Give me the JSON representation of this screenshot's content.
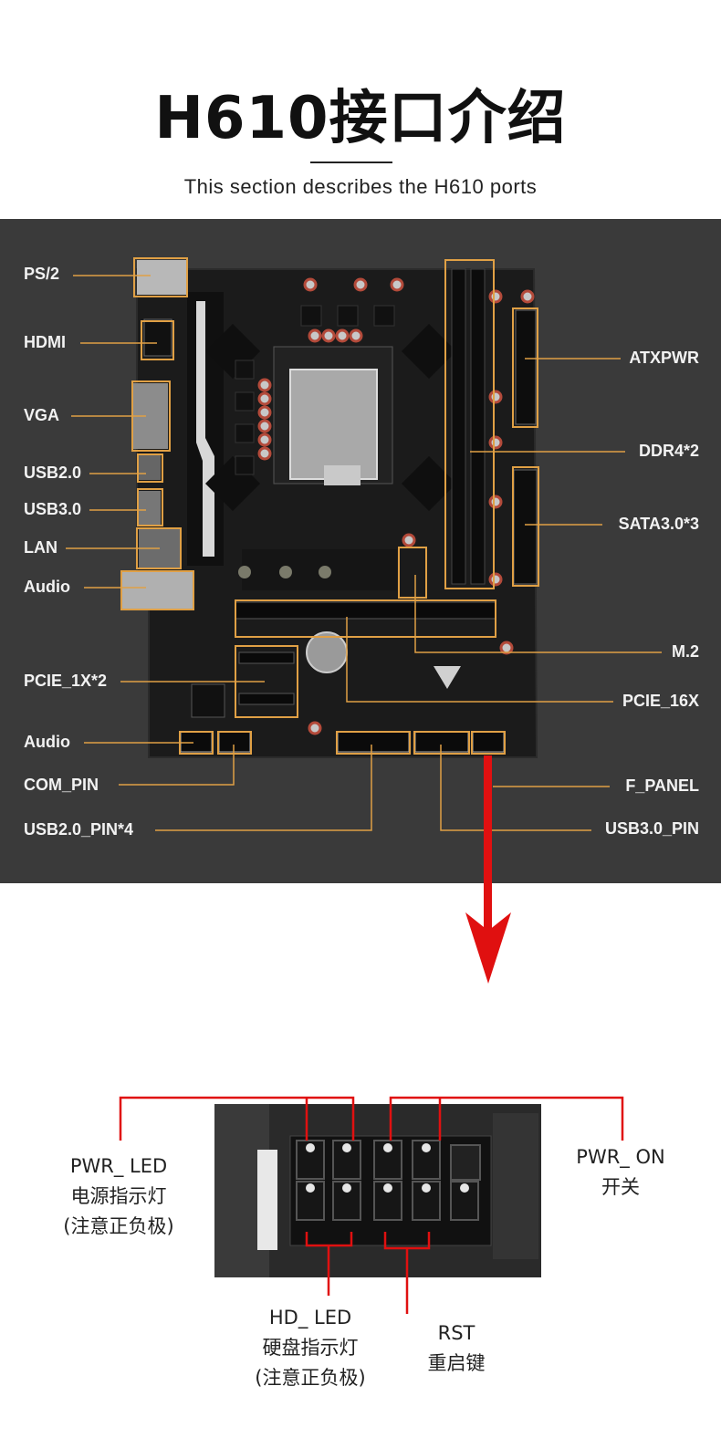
{
  "header": {
    "title": "H610接口介绍",
    "subtitle": "This section describes the H610 ports"
  },
  "board_labels": {
    "left": [
      "PS/2",
      "HDMI",
      "VGA",
      "USB2.0",
      "USB3.0",
      "LAN",
      "Audio",
      "PCIE_1X*2",
      "Audio",
      "COM_PIN",
      "USB2.0_PIN*4"
    ],
    "right": [
      "ATXPWR",
      "DDR4*2",
      "SATA3.0*3",
      "M.2",
      "PCIE_16X",
      "F_PANEL",
      "USB3.0_PIN"
    ]
  },
  "panel_header": {
    "pwr_led": [
      "PWR_ LED",
      "电源指示灯",
      "(注意正负极)"
    ],
    "pwr_on": [
      "PWR_ ON",
      "开关"
    ],
    "hd_led": [
      "HD_ LED",
      "硬盘指示灯",
      "(注意正负极)"
    ],
    "rst": [
      "RST",
      "重启键"
    ]
  },
  "colors": {
    "panel_bg": "#3a3a3a",
    "board": "#1b1b1b",
    "callout_orange": "#e0a045",
    "arrow_red": "#e01010"
  }
}
